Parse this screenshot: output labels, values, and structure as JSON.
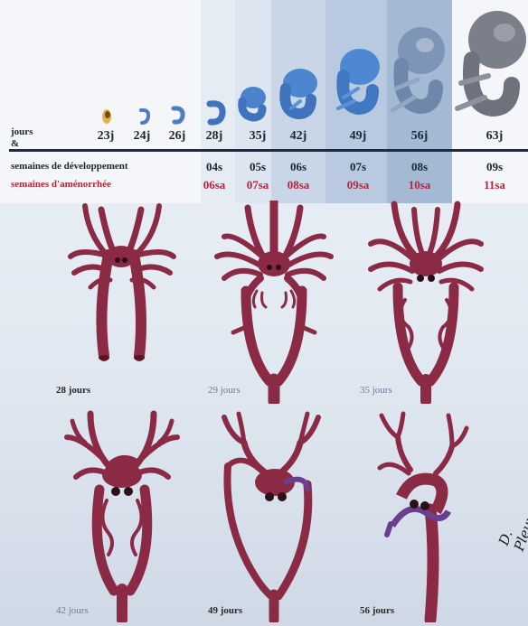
{
  "timeline": {
    "row_labels": {
      "days": "jours",
      "amp": "&",
      "dev_weeks": "semaines de développement",
      "amenorrhea_weeks": "semaines d'aménorrhée"
    },
    "columns": [
      {
        "day": "23j",
        "week": "",
        "sa": ""
      },
      {
        "day": "24j",
        "week": "",
        "sa": ""
      },
      {
        "day": "26j",
        "week": "",
        "sa": ""
      },
      {
        "day": "28j",
        "week": "04s",
        "sa": "06sa"
      },
      {
        "day": "35j",
        "week": "05s",
        "sa": "07sa"
      },
      {
        "day": "42j",
        "week": "06s",
        "sa": "08sa"
      },
      {
        "day": "49j",
        "week": "07s",
        "sa": "09sa"
      },
      {
        "day": "56j",
        "week": "08s",
        "sa": "10sa"
      },
      {
        "day": "63j",
        "week": "09s",
        "sa": "11sa"
      }
    ]
  },
  "stages": [
    {
      "caption": "28 jours"
    },
    {
      "caption": "29 jours"
    },
    {
      "caption": "35 jours"
    },
    {
      "caption": "42 jours"
    },
    {
      "caption": "49 jours"
    },
    {
      "caption": "56 jours"
    }
  ],
  "colors": {
    "vessel": "#8b2a45",
    "vessel_light": "#b44d68",
    "vein": "#6b3f8f",
    "embryo": "#4a7fc7",
    "embryo_late": "#7a7f8c",
    "timeline_dark": "#1d2b44",
    "amenorrhea_red": "#b5263a"
  },
  "signature": "D. Pleuvry"
}
